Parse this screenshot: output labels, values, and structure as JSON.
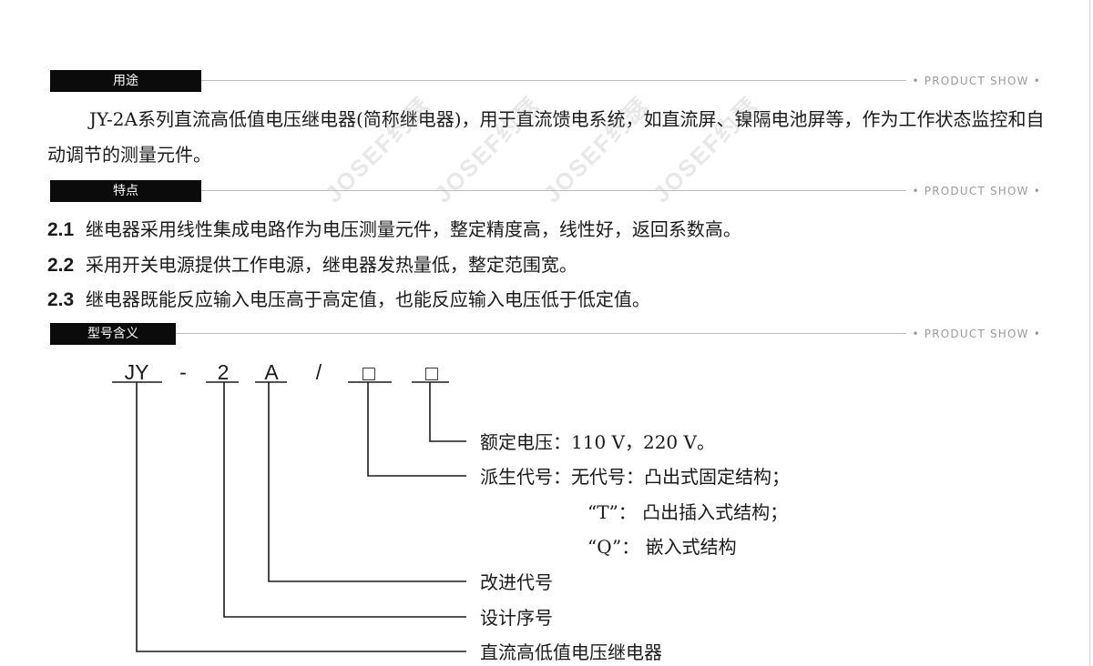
{
  "sections": {
    "usage": {
      "title": "用途",
      "tag": "• PRODUCT SHOW •",
      "text": "JY-2A系列直流高低值电压继电器(简称继电器)，用于直流馈电系统，如直流屏、镍隔电池屏等，作为工作状态监控和自动调节的测量元件。"
    },
    "features": {
      "title": "特点",
      "tag": "• PRODUCT SHOW •",
      "items": [
        {
          "num": "2.1",
          "text": "继电器采用线性集成电路作为电压测量元件，整定精度高，线性好，返回系数高。"
        },
        {
          "num": "2.2",
          "text": "采用开关电源提供工作电源，继电器发热量低，整定范围宽。"
        },
        {
          "num": "2.3",
          "text": "继电器既能反应输入电压高于高定值，也能反应输入电压低于低定值。"
        }
      ]
    },
    "model": {
      "title": "型号含义",
      "tag": "• PRODUCT SHOW •"
    }
  },
  "model_diagram": {
    "code": {
      "jy": "JY",
      "dash": "-",
      "design": "2",
      "improve": "A",
      "slash": "/",
      "box1": "□",
      "box2": "□"
    },
    "rated_voltage": "额定电压：110 V，220 V。",
    "derived_code": "派生代号：无代号：凸出式固定结构；",
    "derived_t": "“T”：  凸出插入式结构；",
    "derived_q": "“Q”：  嵌入式结构",
    "improve_code": "改进代号",
    "design_number": "设计序号",
    "product_name": "直流高低值电压继电器"
  },
  "watermark": "JOSEF约瑟"
}
